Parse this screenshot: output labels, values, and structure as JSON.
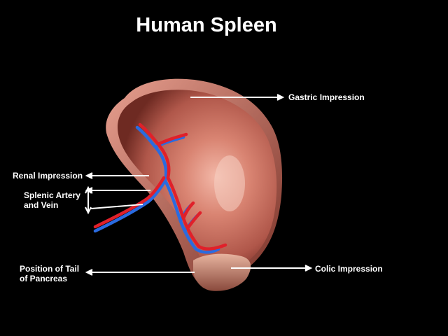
{
  "title": "Human Spleen",
  "labels": {
    "gastric": "Gastric Impression",
    "renal": "Renal Impression",
    "splenic_line1": "Splenic Artery",
    "splenic_line2": "and Vein",
    "pancreas_line1": "Position of Tail",
    "pancreas_line2": "of Pancreas",
    "colic": "Colic Impression"
  },
  "colors": {
    "background": "#000000",
    "spleen": "#c96a5a",
    "artery": "#e0202a",
    "vein": "#2a6be0",
    "text": "#ffffff"
  }
}
